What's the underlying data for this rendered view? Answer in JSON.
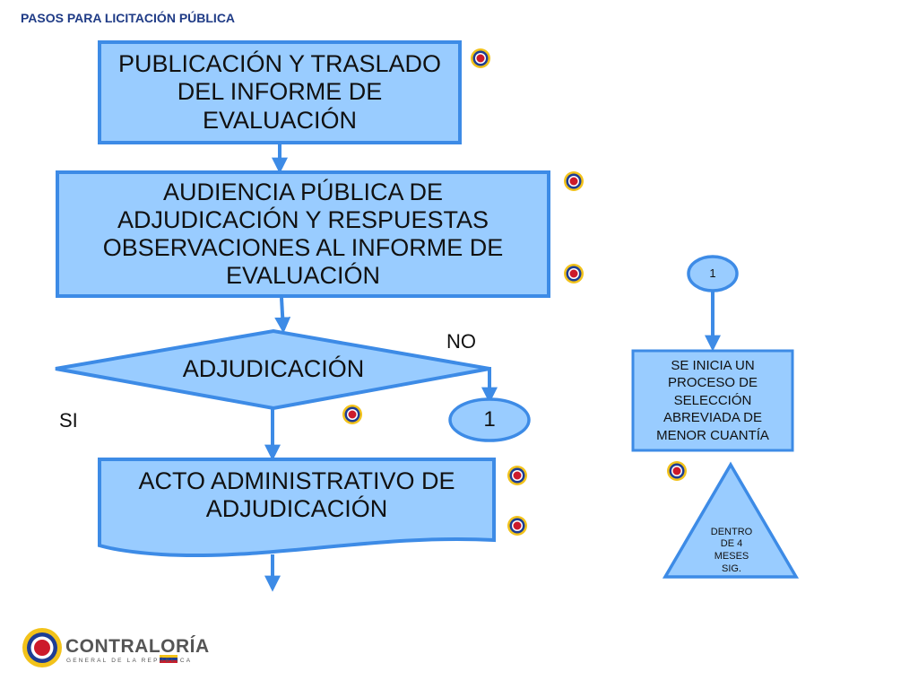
{
  "header": {
    "title": "PASOS PARA LICITACIÓN PÚBLICA"
  },
  "flowchart": {
    "publicacion": "PUBLICACIÓN Y TRASLADO\nDEL INFORME DE\nEVALUACIÓN",
    "audiencia": "AUDIENCIA PÚBLICA DE\nADJUDICACIÓN Y RESPUESTAS\nOBSERVACIONES AL INFORME DE\nEVALUACIÓN",
    "decision": "ADJUDICACIÓN",
    "yes_label": "SI",
    "no_label": "NO",
    "connector_no": "1",
    "acto": "ACTO ADMINISTRATIVO DE\nADJUDICACIÓN",
    "connector_right": "1",
    "nuevo_proceso": "SE INICIA UN\nPROCESO DE\nSELECCIÓN\nABREVIADA DE\nMENOR CUANTÍA",
    "plazo": "DENTRO\nDE  4\nMESES\nSIG."
  },
  "logo": {
    "name": "CONTRALORÍA",
    "subtitle": "GENERAL DE LA REPÚBLICA"
  },
  "colors": {
    "box_fill": "#99ccff",
    "border": "#3d8be6",
    "arrow": "#3d8be6",
    "title": "#1f3b86",
    "marker_outer": "#f2c21a",
    "marker_ring": "#1d3d94",
    "marker_center": "#cc1a2b"
  }
}
